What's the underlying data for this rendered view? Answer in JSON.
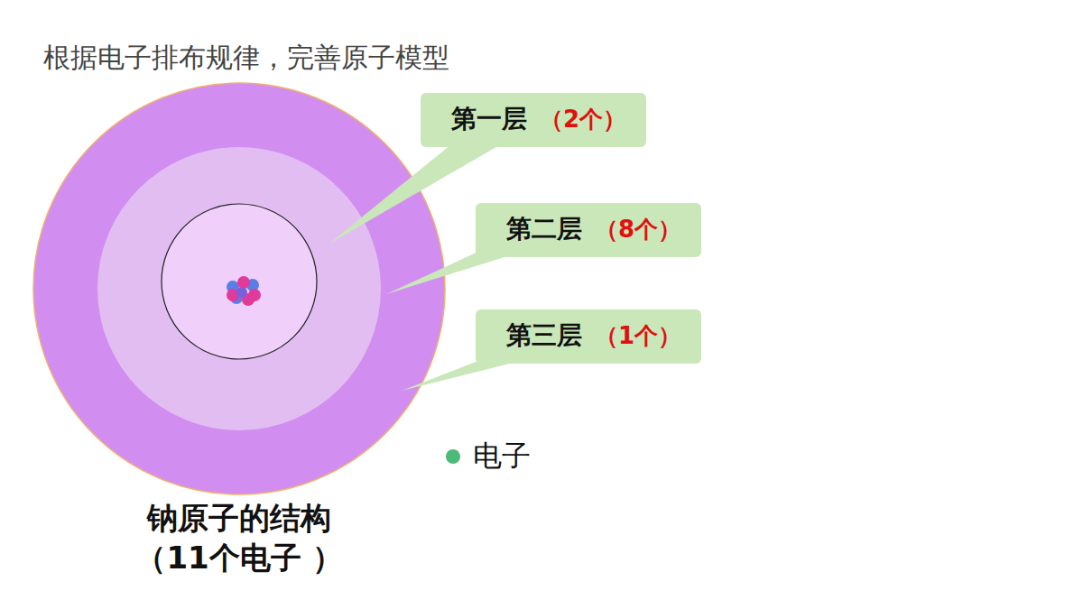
{
  "diagram": {
    "title": "根据电子排布规律，完善原子模型",
    "caption": "钠原子的结构 （11个电子 ）",
    "nodes": [
      {
        "text": [
          "第一层",
          "（2个）"
        ]
      },
      {
        "text": [
          "第二层",
          "（8个）"
        ]
      },
      {
        "text": [
          "第三层",
          "（1个）"
        ]
      }
    ],
    "legend": [
      {
        "text": "电子",
        "color": "#4cbb7a"
      }
    ]
  }
}
